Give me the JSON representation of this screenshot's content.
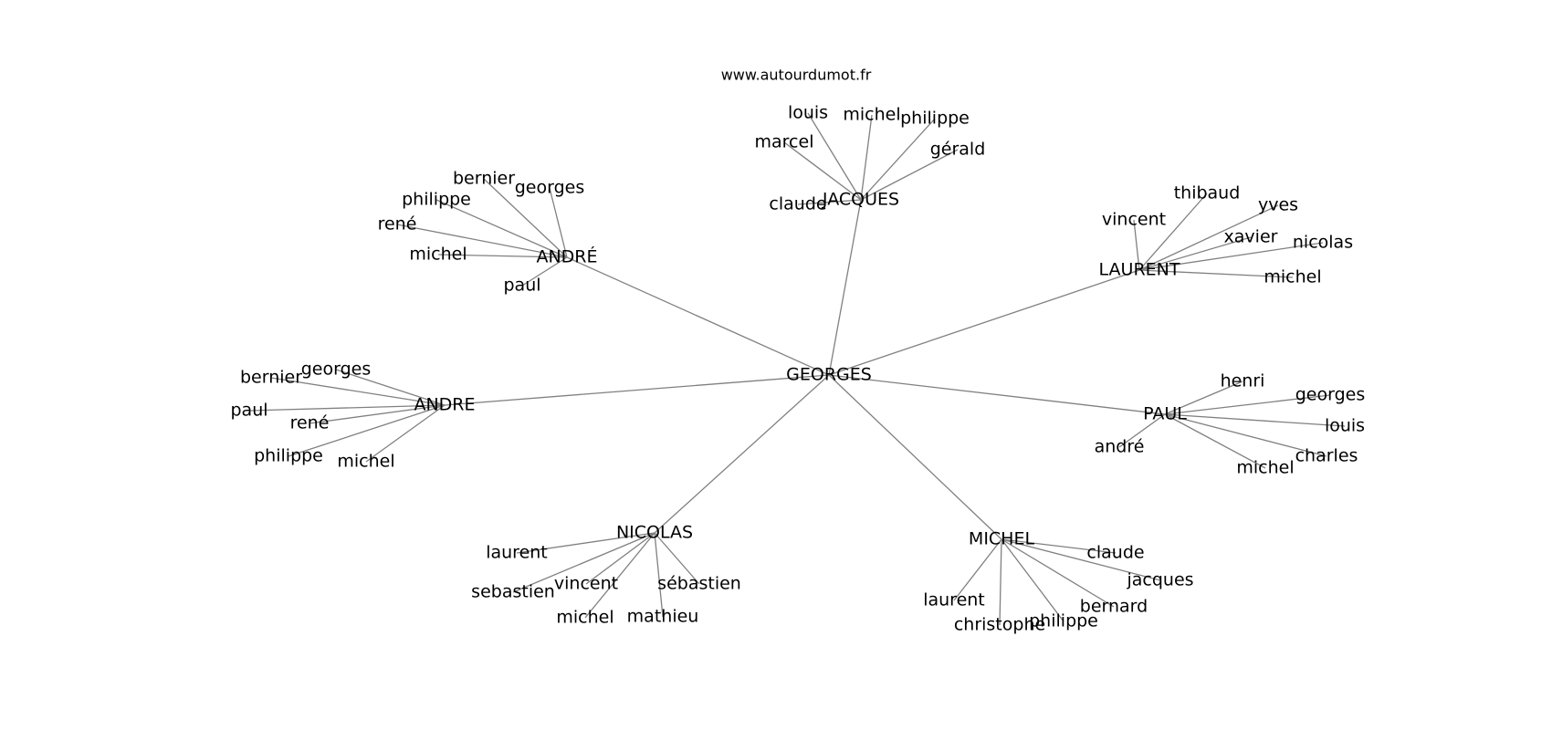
{
  "header": {
    "site": "www.autourdumot.fr"
  },
  "graph": {
    "edge_color": "#808080",
    "text_color": "#000000",
    "root": "GEORGES",
    "groups": [
      {
        "label": "JACQUES",
        "children": [
          "louis",
          "michel",
          "philippe",
          "marcel",
          "gérald",
          "claude"
        ]
      },
      {
        "label": "ANDRÉ",
        "children": [
          "bernier",
          "georges",
          "philippe",
          "rené",
          "michel",
          "paul"
        ]
      },
      {
        "label": "LAURENT",
        "children": [
          "thibaud",
          "yves",
          "vincent",
          "xavier",
          "nicolas",
          "michel"
        ]
      },
      {
        "label": "ANDRE",
        "children": [
          "georges",
          "bernier",
          "paul",
          "rené",
          "philippe",
          "michel"
        ]
      },
      {
        "label": "PAUL",
        "children": [
          "henri",
          "georges",
          "louis",
          "andré",
          "charles",
          "michel"
        ]
      },
      {
        "label": "NICOLAS",
        "children": [
          "laurent",
          "vincent",
          "sébastien",
          "sebastien",
          "michel",
          "mathieu"
        ]
      },
      {
        "label": "MICHEL",
        "children": [
          "claude",
          "jacques",
          "bernard",
          "laurent",
          "christophe",
          "philippe"
        ]
      }
    ]
  }
}
